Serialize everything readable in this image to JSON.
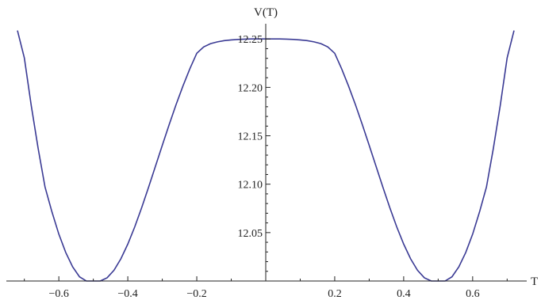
{
  "chart_data": {
    "type": "line",
    "title": "",
    "xlabel": "T",
    "ylabel": "V(T)",
    "xlim": [
      -0.72,
      0.72
    ],
    "ylim": [
      12.0,
      12.26
    ],
    "x_ticks": [
      -0.6,
      -0.4,
      -0.2,
      0.2,
      0.4,
      0.6
    ],
    "x_tick_labels": [
      "−0.6",
      "−0.4",
      "−0.2",
      "0.2",
      "0.4",
      "0.6"
    ],
    "y_ticks": [
      12.05,
      12.1,
      12.15,
      12.2,
      12.25
    ],
    "y_tick_labels": [
      "12.05",
      "12.10",
      "12.15",
      "12.20",
      "12.25"
    ],
    "grid": false,
    "series": [
      {
        "color": "#3a3a94",
        "x": [
          -0.72,
          -0.7,
          -0.68,
          -0.66,
          -0.64,
          -0.62,
          -0.6,
          -0.58,
          -0.56,
          -0.54,
          -0.52,
          -0.5,
          -0.48,
          -0.46,
          -0.44,
          -0.42,
          -0.4,
          -0.38,
          -0.36,
          -0.34,
          -0.32,
          -0.3,
          -0.28,
          -0.26,
          -0.24,
          -0.22,
          -0.2,
          -0.18,
          -0.16,
          -0.14,
          -0.12,
          -0.1,
          -0.08,
          -0.06,
          -0.04,
          -0.02,
          0.0,
          0.02,
          0.04,
          0.06,
          0.08,
          0.1,
          0.12,
          0.14,
          0.16,
          0.18,
          0.2,
          0.22,
          0.24,
          0.26,
          0.28,
          0.3,
          0.32,
          0.34,
          0.36,
          0.38,
          0.4,
          0.42,
          0.44,
          0.46,
          0.48,
          0.5,
          0.52,
          0.54,
          0.56,
          0.58,
          0.6,
          0.62,
          0.64,
          0.66,
          0.68,
          0.7,
          0.72
        ],
        "y": [
          12.2587,
          12.2304,
          12.1812,
          12.1369,
          12.097,
          12.0714,
          12.0484,
          12.0295,
          12.0146,
          12.0043,
          12.0,
          12.0,
          12.0,
          12.0033,
          12.0111,
          12.023,
          12.0381,
          12.0558,
          12.0755,
          12.0966,
          12.1183,
          12.1401,
          12.1616,
          12.1822,
          12.2015,
          12.2193,
          12.2352,
          12.2418,
          12.2452,
          12.247,
          12.2483,
          12.249,
          12.2495,
          12.2498,
          12.25,
          12.25,
          12.25,
          12.25,
          12.25,
          12.2498,
          12.2495,
          12.249,
          12.2483,
          12.247,
          12.2452,
          12.2418,
          12.2352,
          12.2193,
          12.2015,
          12.1822,
          12.1616,
          12.1401,
          12.1183,
          12.0966,
          12.0755,
          12.0558,
          12.0381,
          12.023,
          12.0111,
          12.0033,
          12.0,
          12.0,
          12.0,
          12.0043,
          12.0146,
          12.0295,
          12.0484,
          12.0714,
          12.097,
          12.1369,
          12.1812,
          12.2304,
          12.2587
        ]
      }
    ]
  }
}
